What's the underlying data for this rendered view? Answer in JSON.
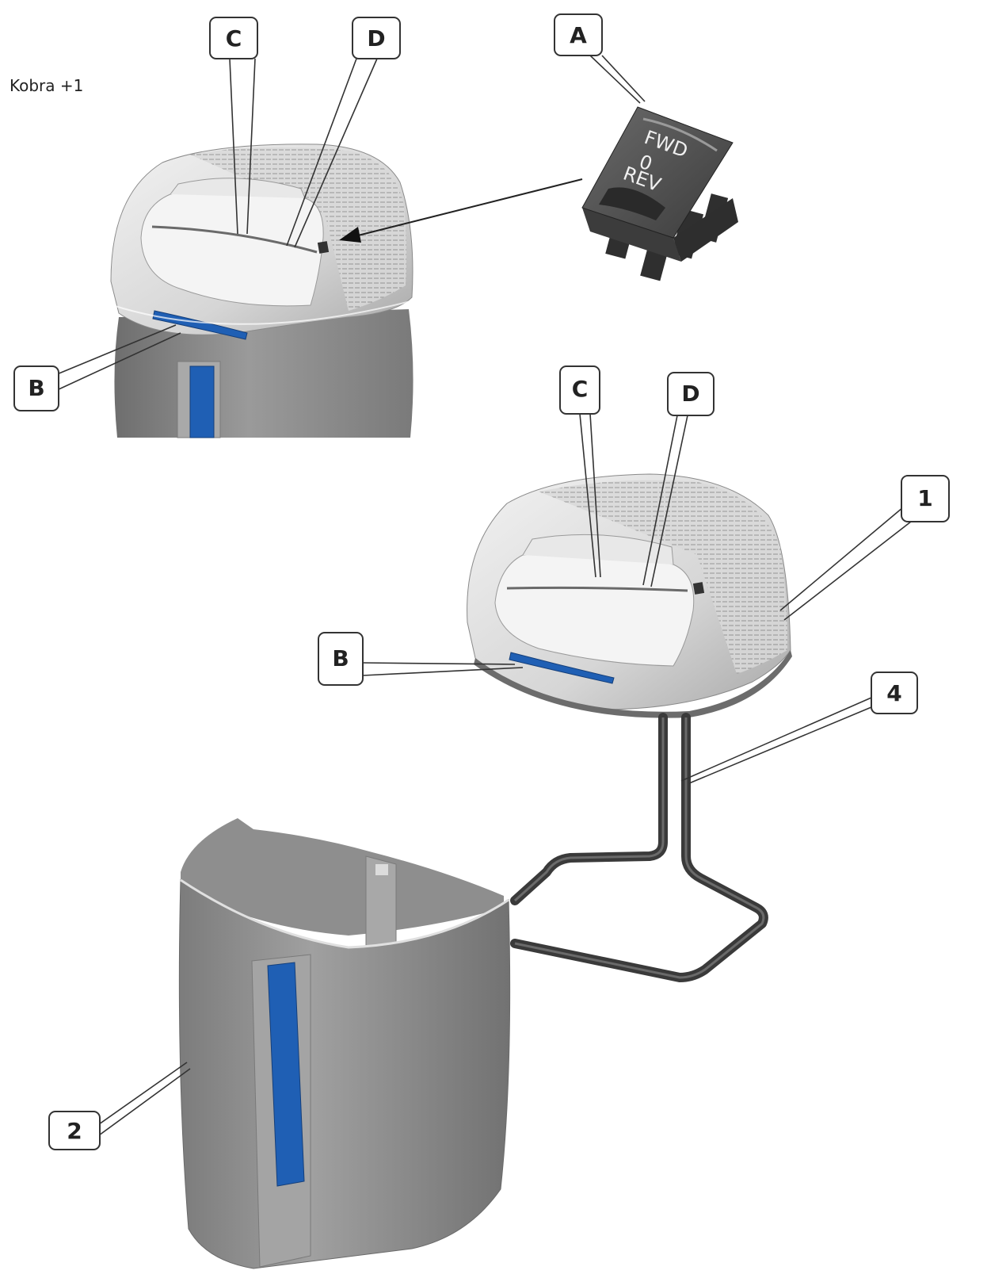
{
  "model_label": "Kobra +1",
  "callouts": {
    "a": "A",
    "b_top": "B",
    "c_top": "C",
    "d_top": "D",
    "b_main": "B",
    "c_main": "C",
    "d_main": "D",
    "one": "1",
    "two": "2",
    "four": "4"
  },
  "switch": {
    "fwd": "FWD",
    "zero": "0",
    "rev": "REV"
  },
  "colors": {
    "body_gray": "#8c8c8c",
    "head_light": "#e2e2e2",
    "window_blue": "#1f5fb4",
    "frame_dark": "#3a3a3a"
  }
}
